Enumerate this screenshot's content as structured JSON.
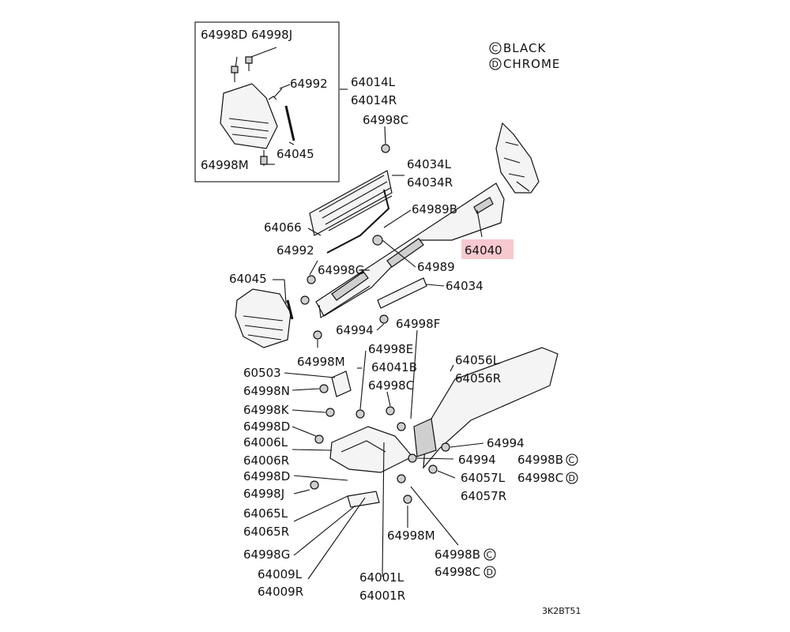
{
  "legend": {
    "black_code": "C",
    "black": "BLACK",
    "chrome_code": "D",
    "chrome": "CHROME"
  },
  "diagram_code": "3K2BT51",
  "labels": {
    "p64998D_top": "64998D",
    "p64998J_top": "64998J",
    "p64992_top": "64992",
    "p64014L": "64014L",
    "p64014R": "64014R",
    "p64045_top": "64045",
    "p64998M_top": "64998M",
    "p64998C_1": "64998C",
    "p64034L": "64034L",
    "p64034R": "64034R",
    "p64989B": "64989B",
    "p64066": "64066",
    "p64040": "64040",
    "p64992_mid": "64992",
    "p64998G_mid": "64998G",
    "p64989": "64989",
    "p64045_mid": "64045",
    "p64034": "64034",
    "p64994_a": "64994",
    "p64998F": "64998F",
    "p64998M_mid": "64998M",
    "p64998E": "64998E",
    "p60503": "60503",
    "p64041B": "64041B",
    "p64998C_2": "64998C",
    "p64056L": "64056L",
    "p64056R": "64056R",
    "p64998N": "64998N",
    "p64998K": "64998K",
    "p64998D_low": "64998D",
    "p64994_b": "64994",
    "p64006L": "64006L",
    "p64006R": "64006R",
    "p64994_c": "64994",
    "p64998B_r1": "64998B",
    "p64998C_r1": "64998C",
    "p64057L": "64057L",
    "p64057R": "64057R",
    "p64998D_low2": "64998D",
    "p64998J_low": "64998J",
    "p64065L": "64065L",
    "p64065R": "64065R",
    "p64998M_low": "64998M",
    "p64998G_low": "64998G",
    "p64998B_r2": "64998B",
    "p64998C_r2": "64998C",
    "p64009L": "64009L",
    "p64009R": "64009R",
    "p64001L": "64001L",
    "p64001R": "64001R"
  },
  "badges": {
    "r1_top": "C",
    "r1_bot": "D",
    "r2_top": "C",
    "r2_bot": "D"
  },
  "colors": {
    "highlight": "#f7c9cf"
  }
}
